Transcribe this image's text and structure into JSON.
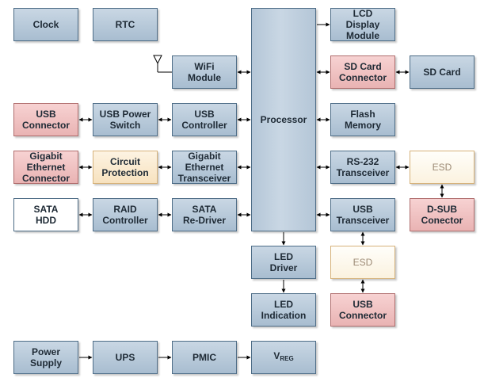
{
  "colors": {
    "blue_block": "#b7c9da",
    "pink_block": "#f0c3c3",
    "peach_block": "#f9e8c9",
    "esd_block": "#fdf7ea",
    "white_block": "#ffffff",
    "connector_line": "#000000"
  },
  "icons": {
    "antenna": "antenna-icon"
  },
  "blocks": {
    "clock": "Clock",
    "rtc": "RTC",
    "lcd": "LCD\nDisplay\nModule",
    "wifi": "WiFi\nModule",
    "sd_connector": "SD Card\nConnector",
    "sd_card": "SD Card",
    "usb_connector_left": "USB\nConnector",
    "usb_power_switch": "USB Power\nSwitch",
    "usb_controller": "USB\nController",
    "processor": "Processor",
    "flash": "Flash\nMemory",
    "gbe_connector": "Gigabit\nEthernet\nConnector",
    "circuit_protection": "Circuit\nProtection",
    "gbe_transceiver": "Gigabit\nEthernet\nTransceiver",
    "rs232": "RS-232\nTransceiver",
    "esd_top": "ESD",
    "sata_hdd": "SATA\nHDD",
    "raid": "RAID\nController",
    "sata_redriver": "SATA\nRe-Driver",
    "usb_transceiver": "USB\nTransceiver",
    "dsub": "D-SUB\nConector",
    "led_driver": "LED\nDriver",
    "esd_bottom": "ESD",
    "led_indication": "LED\nIndication",
    "usb_connector_right": "USB\nConnector",
    "power_supply": "Power\nSupply",
    "ups": "UPS",
    "pmic": "PMIC",
    "vreg_main": "V",
    "vreg_sub": "REG"
  }
}
